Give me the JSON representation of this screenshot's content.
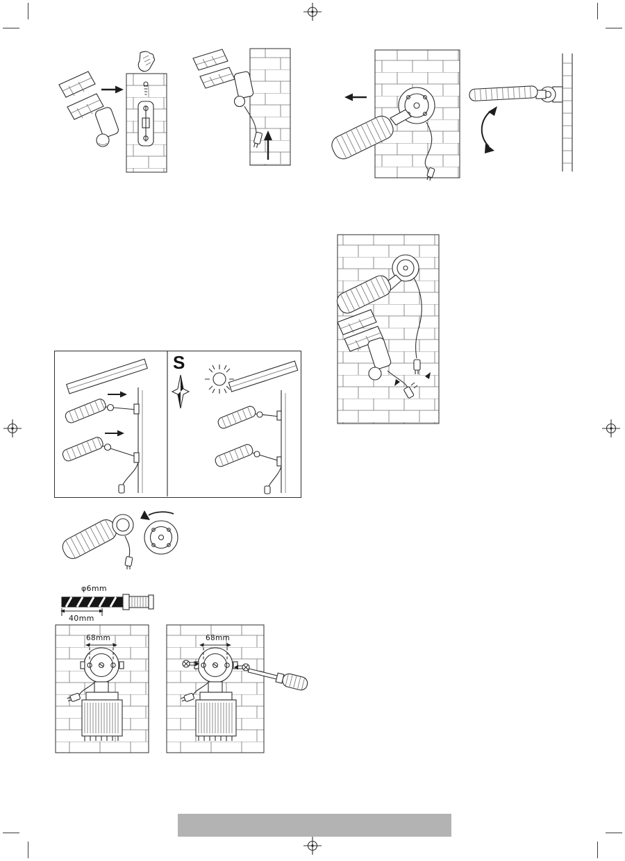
{
  "labels": {
    "compass_south": "S",
    "anchor_diameter": "φ6mm",
    "anchor_depth": "40mm",
    "hole_spacing_step1": "68mm",
    "hole_spacing_step2": "68mm"
  },
  "colors": {
    "ink": "#2b2b2b",
    "paper": "#ffffff",
    "footer_bar": "#b3b3b3",
    "brick_line": "#6f6f6f"
  },
  "icons": {
    "registration_target": "registration-target-icon",
    "sun": "sun-icon",
    "compass_star": "compass-star-icon",
    "hand": "hand-icon",
    "screw": "screw-icon",
    "screwdriver": "screwdriver-icon",
    "plug": "plug-icon",
    "arrow_right": "arrow-right-icon",
    "arrow_up": "arrow-up-icon",
    "arrow_left": "arrow-left-icon",
    "tilt_arrow": "tilt-arrow-icon",
    "rotate_arrow": "rotate-arrow-icon"
  }
}
